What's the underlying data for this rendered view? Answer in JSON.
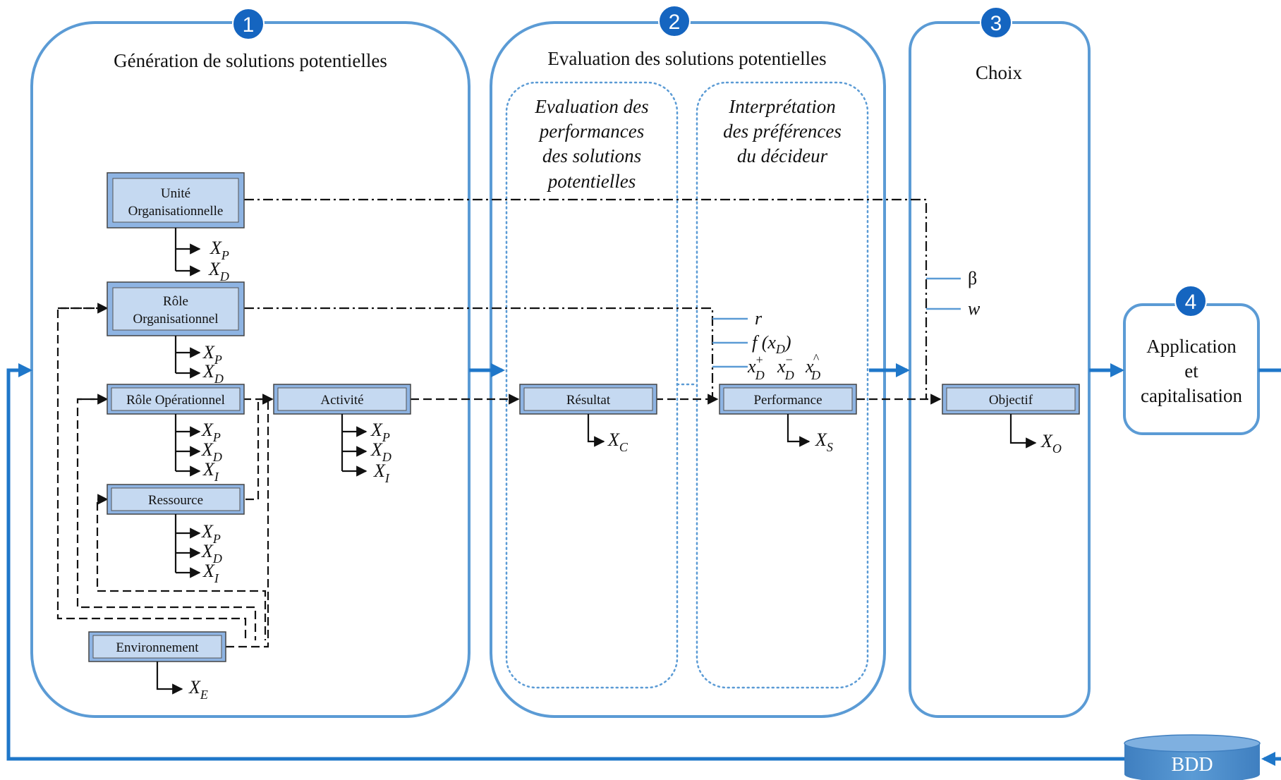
{
  "phases": {
    "generation": {
      "number": "1",
      "title": "Génération de solutions potentielles"
    },
    "evaluation": {
      "number": "2",
      "title": "Evaluation des solutions potentielles",
      "sub_left": [
        "Evaluation des",
        "performances",
        "des solutions",
        "potentielles"
      ],
      "sub_right": [
        "Interprétation",
        "des préférences",
        "du décideur"
      ]
    },
    "choice": {
      "number": "3",
      "title": "Choix"
    },
    "application": {
      "number": "4",
      "lines": [
        "Application",
        "et",
        "capitalisation"
      ]
    }
  },
  "boxes": {
    "unite": [
      "Unité",
      "Organisationnelle"
    ],
    "role_org": [
      "Rôle",
      "Organisationnel"
    ],
    "role_op": "Rôle Opérationnel",
    "activite": "Activité",
    "ressource": "Ressource",
    "environnement": "Environnement",
    "resultat": "Résultat",
    "performance": "Performance",
    "objectif": "Objectif"
  },
  "variables": {
    "X": "X",
    "sub_P": "P",
    "sub_D": "D",
    "sub_I": "I",
    "sub_E": "E",
    "sub_C": "C",
    "sub_S": "S",
    "sub_O": "O",
    "r": "r",
    "f_xD_a": "f (x",
    "f_xD_b": ")",
    "x": "x",
    "plus": "+",
    "minus": "−",
    "hat": "^",
    "beta": "β",
    "w": "w"
  },
  "database": {
    "label": "BDD"
  },
  "colors": {
    "frame": "#5b9bd5",
    "badge": "#1565c0",
    "flow_arrow": "#1f77c9",
    "box_fill": "#c5d9f1",
    "box_bevel": "#8eb4e3",
    "db": "#4a86c5"
  }
}
